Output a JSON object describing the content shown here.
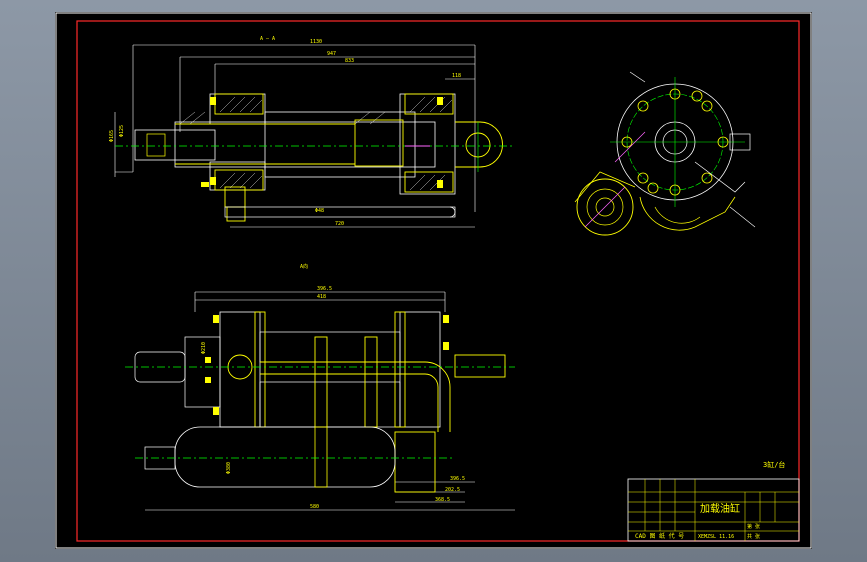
{
  "colors": {
    "background": "#000000",
    "frame": "#ff2a2a",
    "outline": "#ffffff",
    "part": "#ffff00",
    "center": "#00ff00",
    "accent": "#ff66ff",
    "viewer": "#7f8a97"
  },
  "drawing": {
    "section_label": "A — A",
    "view_label": "A向",
    "scale_note": "3缸/台",
    "dims_top": [
      "1130",
      "947",
      "833",
      "118"
    ],
    "dims_bottom": [
      "396.5",
      "418",
      "396.5",
      "202.5",
      "368.5",
      "580"
    ],
    "dims_misc": [
      "Φ165",
      "Φ210",
      "Φ380",
      "Φ125",
      "Φ48",
      "720"
    ]
  },
  "title_block": {
    "name": "加载油缸",
    "footer": "CAD 图 纸 代 号",
    "code": "XEMZSL 11.16",
    "sheet": "第 张",
    "sheet2": "共 张"
  }
}
